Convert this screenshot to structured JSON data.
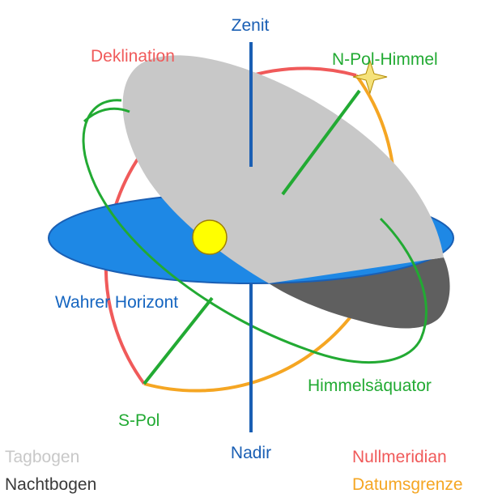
{
  "labels": {
    "zenit": "Zenit",
    "deklination": "Deklination",
    "npol": "N-Pol-Himmel",
    "horizont": "Wahrer Horizont",
    "himmelsaequator": "Himmelsäquator",
    "spol": "S-Pol",
    "nadir": "Nadir",
    "tagbogen": "Tagbogen",
    "nachtbogen": "Nachtbogen",
    "nullmeridian": "Nullmeridian",
    "datumsgrenze": "Datumsgrenze"
  },
  "colors": {
    "nullmeridian": "#f05a5a",
    "datumsgrenze": "#f5a623",
    "equator_line": "#22aa33",
    "horizon_fill": "#1e88e5",
    "horizon_text": "#1565c0",
    "axis": "#1a5fb4",
    "tagbogen": "#c8c8c8",
    "nachtbogen": "#5f5f5f",
    "sun": "#ffff00",
    "star": "#f5e27a"
  }
}
